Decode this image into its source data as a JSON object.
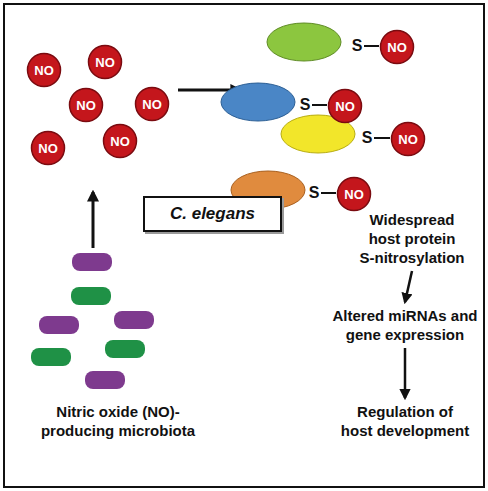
{
  "diagram": {
    "nodes": [
      {
        "text": [
          "NO"
        ]
      },
      {
        "text": [
          "NO"
        ]
      },
      {
        "text": [
          "NO"
        ]
      },
      {
        "text": [
          "NO"
        ]
      },
      {
        "text": [
          "NO"
        ]
      },
      {
        "text": [
          "NO"
        ]
      },
      {
        "text": [
          "NO"
        ]
      },
      {
        "text": [
          "NO"
        ]
      },
      {
        "text": [
          "NO"
        ]
      },
      {
        "text": [
          "NO"
        ]
      },
      {
        "text": [
          "C. elegans"
        ]
      },
      {
        "text": [
          "Widespread host protein S-nitrosylation"
        ]
      },
      {
        "text": [
          "Altered miRNAs and gene expression"
        ]
      },
      {
        "text": [
          "Regulation of host development"
        ]
      }
    ],
    "edges": [
      {
        "from": 11,
        "to": 12,
        "arrow": "to"
      },
      {
        "from": 12,
        "to": 13,
        "arrow": "to"
      }
    ],
    "labels": [
      "S",
      "S",
      "S",
      "S",
      "Nitric oxide (NO)-producing microbiota"
    ]
  }
}
